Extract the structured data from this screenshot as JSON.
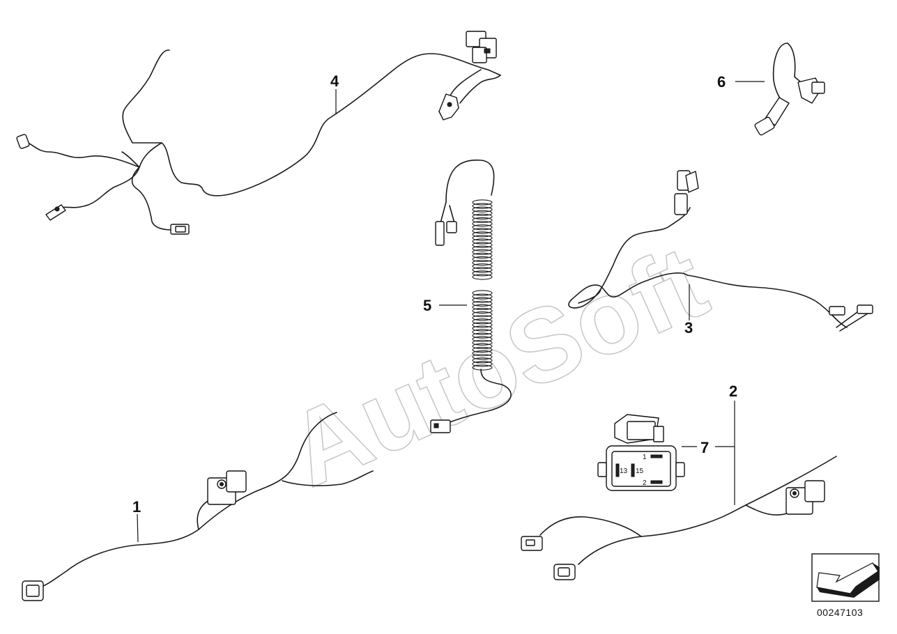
{
  "watermark": "AutoSoft",
  "callouts": [
    "1",
    "2",
    "3",
    "4",
    "5",
    "6",
    "7"
  ],
  "relay_pins": [
    "1",
    "13",
    "15",
    "2"
  ],
  "reference_number": "00247103"
}
